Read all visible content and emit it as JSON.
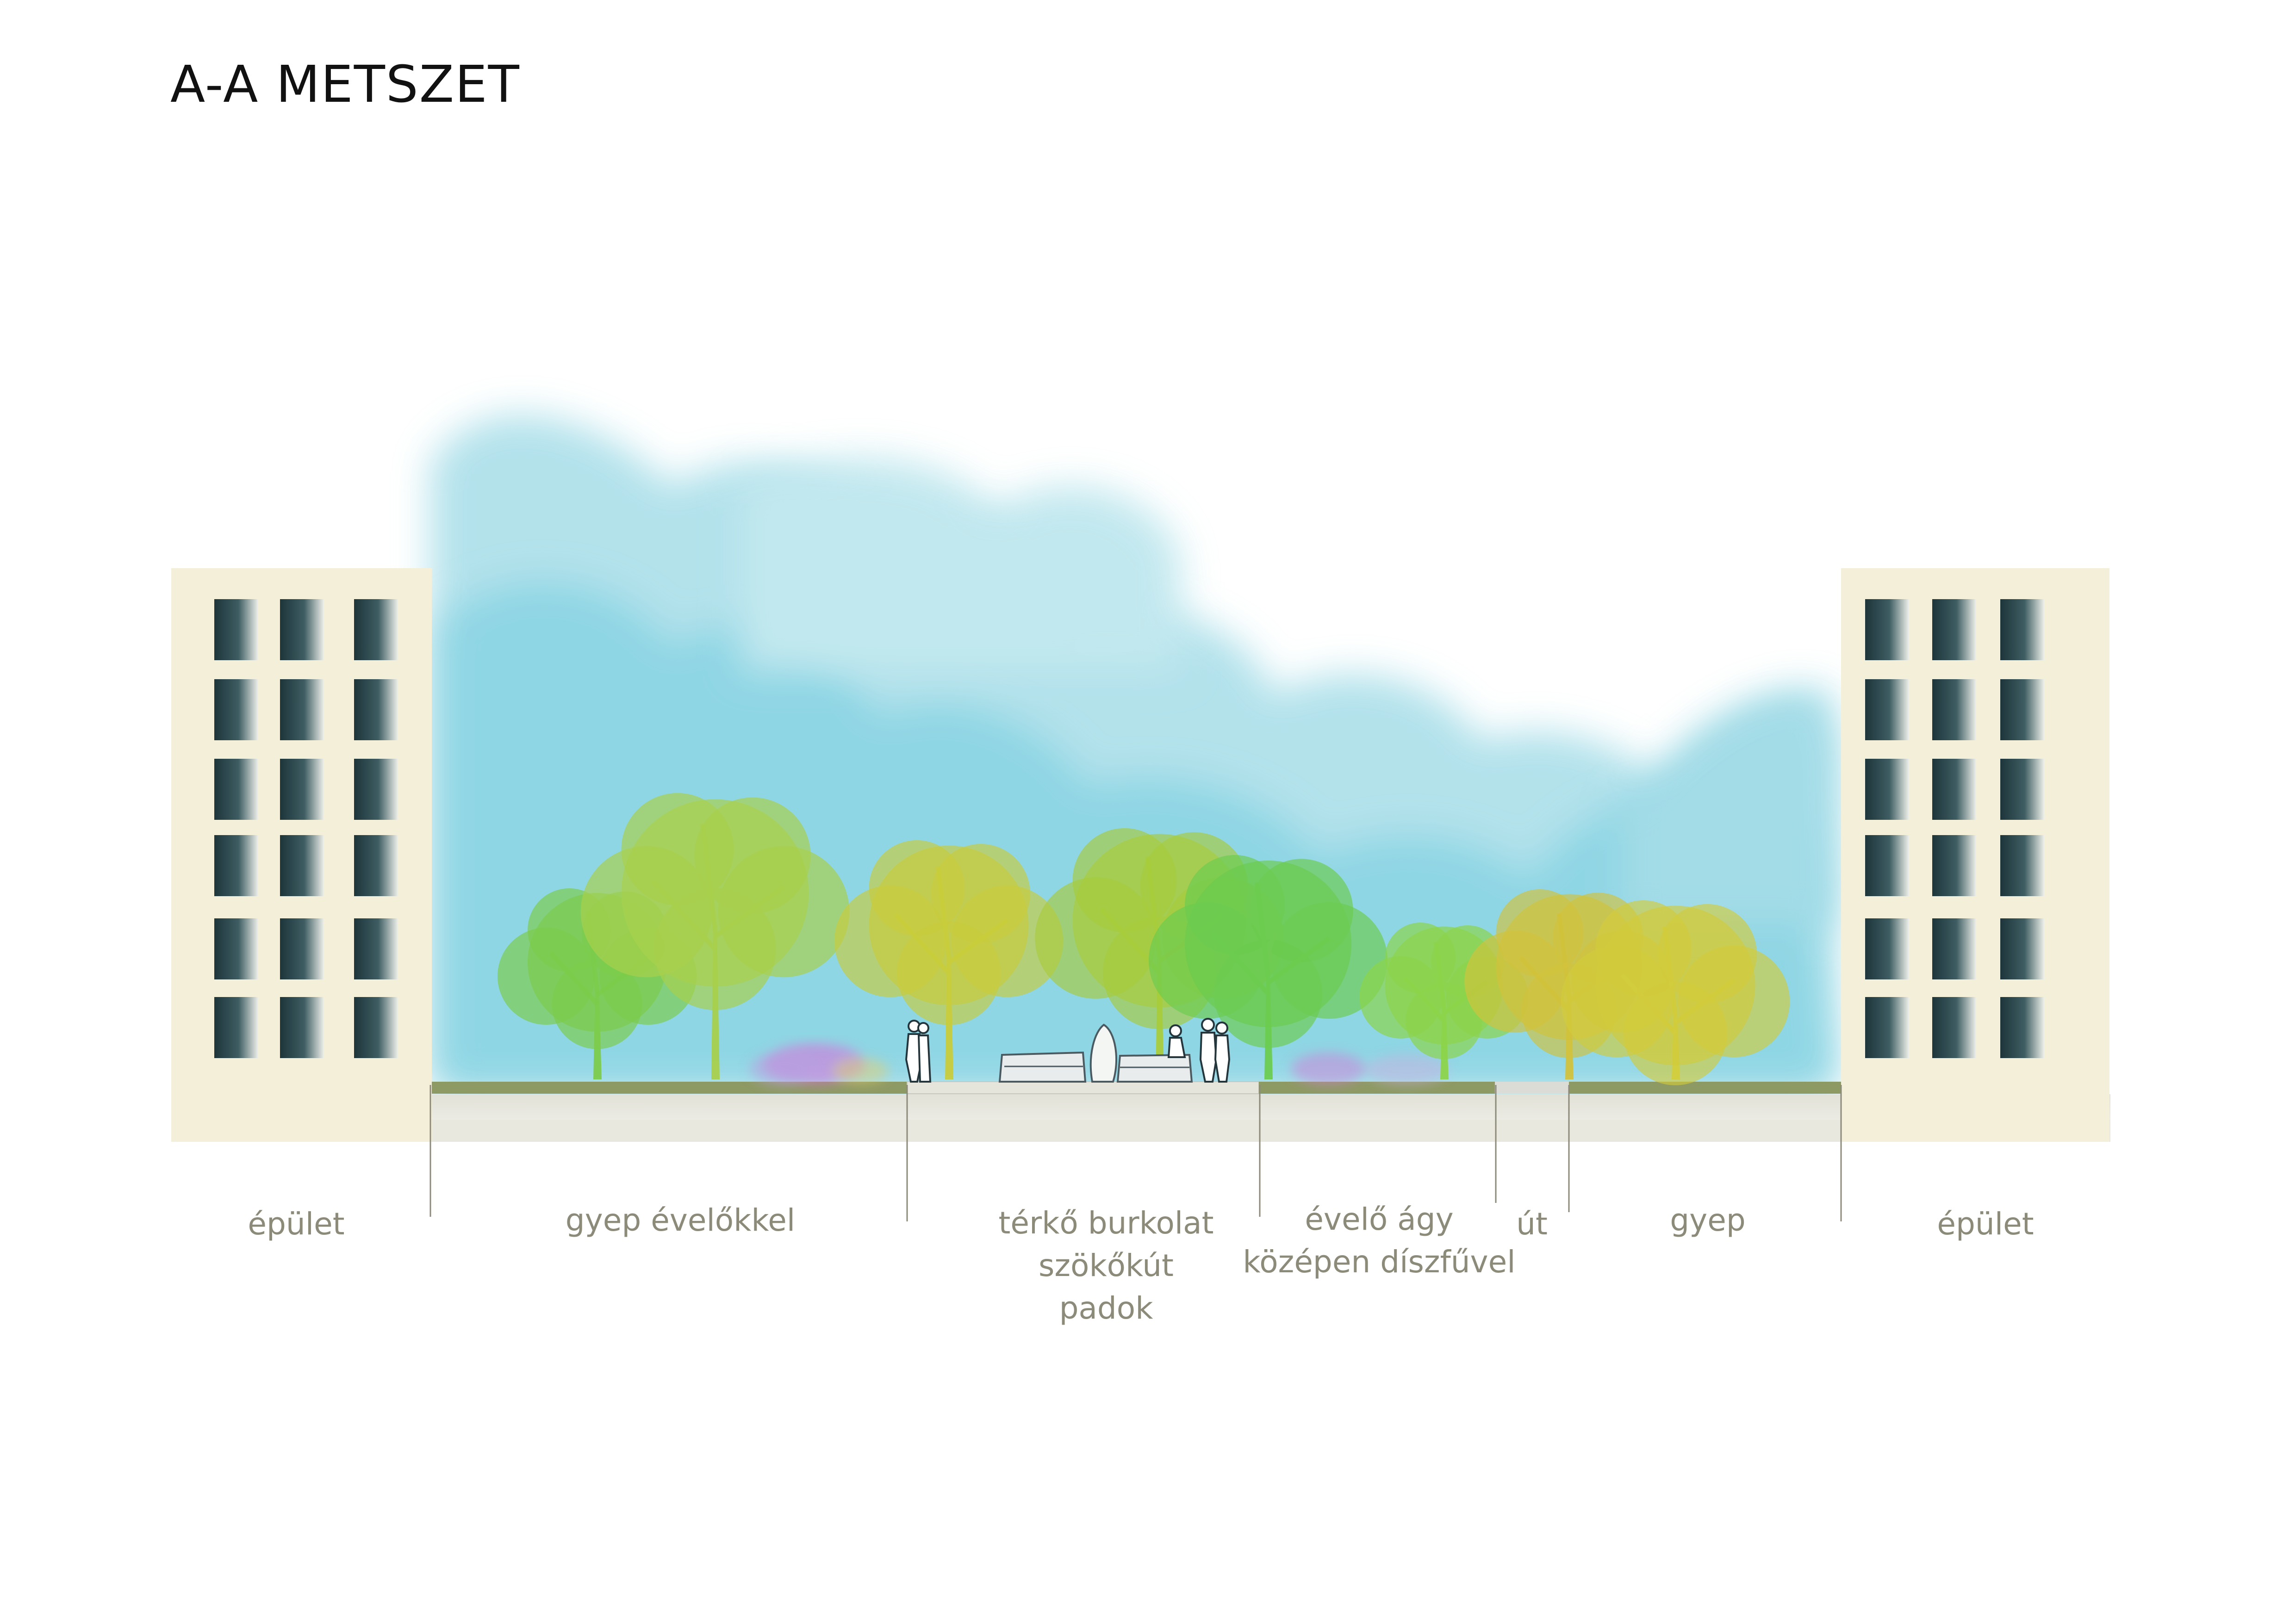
{
  "title": "A-A METSZET",
  "colors": {
    "building": "#f3efd9",
    "window_dark": "#1f3a40",
    "sky": "#8fd2e0",
    "grass_strip": "#8e9a64",
    "paving": "#e6e5dc",
    "label": "#8c8a78",
    "tree_light": "#a8d04c",
    "tree_mid": "#7ccb4c",
    "tree_yellow": "#d2cc3c",
    "perennial_pink": "#d86cd8"
  },
  "zones": [
    {
      "id": "building-left",
      "label": "épület"
    },
    {
      "id": "lawn-perennials",
      "label": "gyep évelőkkel"
    },
    {
      "id": "paving",
      "label": "térkő burkolat\nszökőkút\npadok"
    },
    {
      "id": "perennial-bed",
      "label": "évelő ágy\nközépen díszfűvel"
    },
    {
      "id": "road",
      "label": "út"
    },
    {
      "id": "lawn",
      "label": "gyep"
    },
    {
      "id": "building-right",
      "label": "épület"
    }
  ]
}
